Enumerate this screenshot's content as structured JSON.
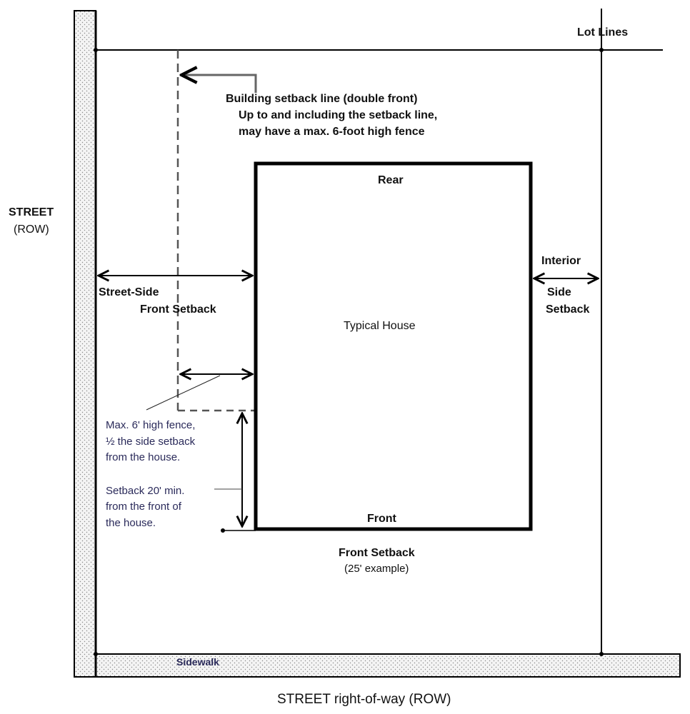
{
  "labels": {
    "lot_lines": "Lot Lines",
    "building_setback_title": "Building setback line (double front)",
    "building_setback_line2": "Up to and including the setback line,",
    "building_setback_line3": "may have a max. 6-foot high fence",
    "rear": "Rear",
    "street_left": "STREET",
    "street_left_row": "(ROW)",
    "interior": "Interior",
    "side": "Side",
    "setback": "Setback",
    "street_side": "Street-Side",
    "front_setback_side": "Front Setback",
    "typical_house": "Typical House",
    "fence_note_1": "Max. 6' high fence,",
    "fence_note_2": "½ the side setback",
    "fence_note_3": "from the house.",
    "setback_note_1": "Setback 20' min.",
    "setback_note_2": "from the front of",
    "setback_note_3": "the house.",
    "front": "Front",
    "front_setback": "Front Setback",
    "front_setback_example": "(25' example)",
    "sidewalk": "Sidewalk",
    "street_bottom": "STREET right-of-way (ROW)"
  },
  "colors": {
    "line": "#000000",
    "dashed": "#666666",
    "note_text": "#2a2a5a"
  }
}
